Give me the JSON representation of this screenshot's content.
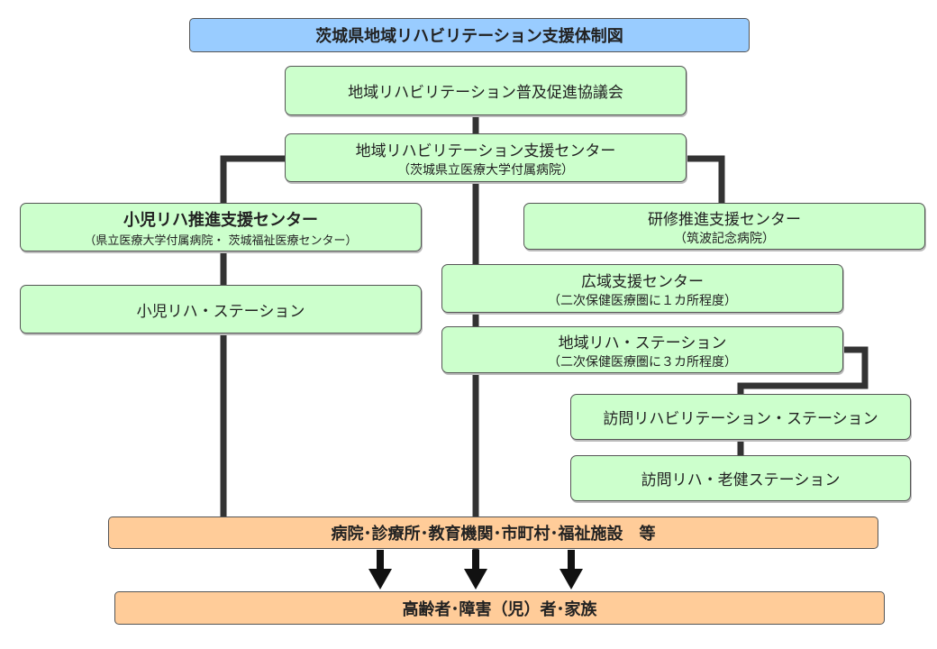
{
  "title": "茨城県地域リハビリテーション支援体制図",
  "council": "地域リハビリテーション普及促進協議会",
  "support_center": {
    "name": "地域リハビリテーション支援センター",
    "sub": "（茨城県立医療大学付属病院）"
  },
  "child_center": {
    "name": "小児リハ推進支援センター",
    "sub": "（県立医療大学付属病院・ 茨城福祉医療センター）"
  },
  "training_center": {
    "name": "研修推進支援センター",
    "sub": "（筑波記念病院）"
  },
  "child_station": "小児リハ・ステーション",
  "wide_center": {
    "name": "広域支援センター",
    "sub": "（二次保健医療圏に１カ所程度）"
  },
  "local_station": {
    "name": "地域リハ・ステーション",
    "sub": "（二次保健医療圏に３カ所程度）"
  },
  "visit_station": "訪問リハビリテーション・ステーション",
  "elderly_station": "訪問リハ・老健ステーション",
  "institutions": "病院･診療所･教育機関･市町村･福祉施設　等",
  "recipients": "高齢者･障害（児）者･家族",
  "colors": {
    "title_fill": "#99ccff",
    "node_fill": "#ccffcc",
    "bottom_fill": "#ffcc99",
    "connector": "#333333"
  }
}
